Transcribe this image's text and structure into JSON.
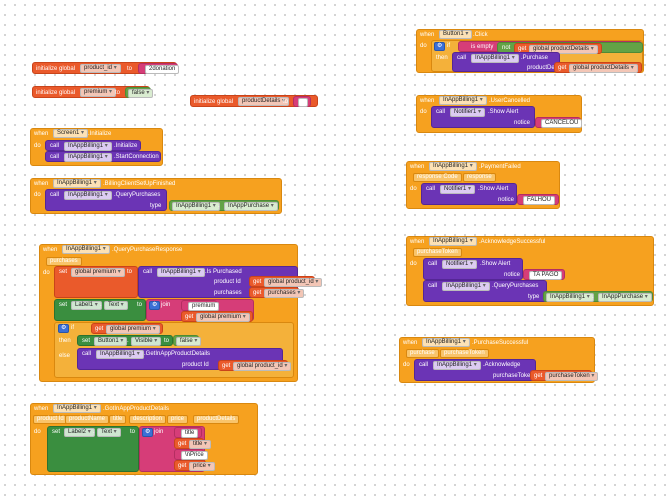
{
  "kw": {
    "init_global": "initialize global",
    "to": "to",
    "when": "when",
    "do": "do",
    "call": "call",
    "set": "set",
    "get": "get",
    "if": "if",
    "then": "then",
    "else": "else",
    "join": "join",
    "not": "not",
    "is_empty": "is empty",
    "type": "type",
    "notice": "notice",
    "product_id_param": "product Id",
    "purchases_param": "purchases"
  },
  "globals": [
    {
      "name": "product_id",
      "value": "2donation"
    },
    {
      "name": "premium",
      "value": "false"
    },
    {
      "name": "productDetails",
      "value": ""
    }
  ],
  "screen_init": {
    "component": "Screen1",
    "event": ".Initialize",
    "calls": [
      {
        "component": "InAppBilling1",
        "method": ".Initialize"
      },
      {
        "component": "InAppBilling1",
        "method": ".StartConnection"
      }
    ]
  },
  "billing_setup": {
    "component": "InAppBilling1",
    "event": ".BillingClientSetUpFinished",
    "call_component": "InAppBilling1",
    "call_method": ".QueryPurchases",
    "type_component": "InAppBilling1",
    "type_value": "InAppPurchase"
  },
  "query_response": {
    "component": "InAppBilling1",
    "event": ".QueryPurchaseResponse",
    "param": "purchases",
    "set_var": "global premium",
    "is_component": "InAppBilling1",
    "is_method": ".Is Purchased",
    "product_id_get": "global product_id",
    "purchases_get": "purchases",
    "label_component": "Label1",
    "label_prop": "Text",
    "join_text": "premium",
    "join_get": "global premium",
    "if_get": "global premium",
    "btn_component": "Button1",
    "btn_prop": "Visible",
    "btn_value": "false",
    "else_component": "InAppBilling1",
    "else_method": ".GetInAppProductDetails",
    "else_get": "global product_id"
  },
  "got_details": {
    "component": "InAppBilling1",
    "event": ".GotInAppProductDetails",
    "params": [
      "product Id",
      "productName",
      "title",
      "description",
      "price",
      "productDetails"
    ],
    "label_component": "Label2",
    "label_prop": "Text",
    "join_items": [
      "title",
      "title",
      "\\nPrice",
      "price"
    ]
  },
  "button_click": {
    "component": "Button1",
    "event": ".Click",
    "cond_get": "global productDetails",
    "call_component": "InAppBilling1",
    "call_method": ".Purchase",
    "arg_label": "productDetails",
    "arg_get": "global productDetails"
  },
  "user_cancelled": {
    "component": "InAppBilling1",
    "event": ".UserCancelled",
    "notifier": "Notifier1",
    "method": ".Show Alert",
    "text": "CANCELOU"
  },
  "payment_failed": {
    "component": "InAppBilling1",
    "event": ".PaymentFailed",
    "params": [
      "response Code",
      "response"
    ],
    "notifier": "Notifier1",
    "method": ".Show Alert",
    "text": "FALHOU"
  },
  "ack_success": {
    "component": "InAppBilling1",
    "event": ".AcknowledgeSuccessful",
    "param": "purchaseToken",
    "notifier": "Notifier1",
    "method": ".Show Alert",
    "text": "TA PAGO",
    "call_component": "InAppBilling1",
    "call_method": ".QueryPurchases",
    "type_component": "InAppBilling1",
    "type_value": "InAppPurchase"
  },
  "purchase_success": {
    "component": "InAppBilling1",
    "event": ".PurchaseSuccessful",
    "params": [
      "purchase",
      "purchaseToken"
    ],
    "call_component": "InAppBilling1",
    "call_method": ".Acknowledge",
    "arg_label": "purchaseToken",
    "arg_get": "purchaseToken"
  }
}
